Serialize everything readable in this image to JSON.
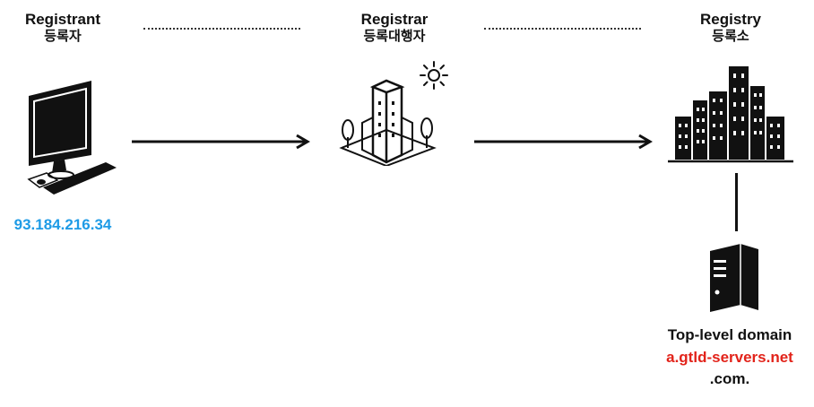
{
  "nodes": {
    "registrant": {
      "label_en": "Registrant",
      "label_ko": "등록자"
    },
    "registrar": {
      "label_en": "Registrar",
      "label_ko": "등록대행자"
    },
    "registry": {
      "label_en": "Registry",
      "label_ko": "등록소"
    }
  },
  "registrant_ip": "93.184.216.34",
  "server": {
    "title": "Top-level domain",
    "host": "a.gtld-servers.net",
    "zone": ".com."
  },
  "colors": {
    "ip": "#1e9be6",
    "host": "#e2231a",
    "ink": "#111111"
  },
  "icons": [
    "computer-icon",
    "building-icon",
    "sun-icon",
    "city-icon",
    "server-icon",
    "arrow-right-icon"
  ]
}
